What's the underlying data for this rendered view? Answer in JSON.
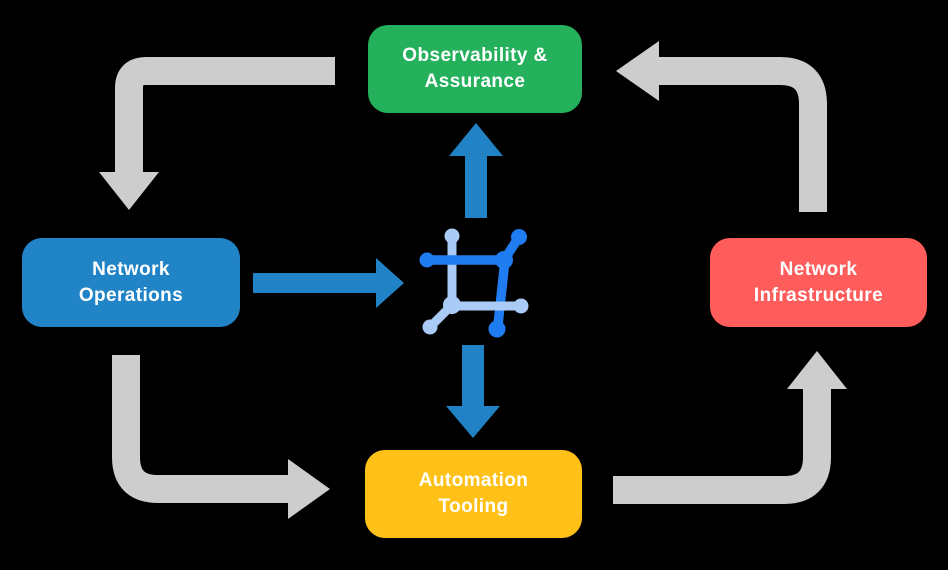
{
  "canvas": {
    "background": "#000000"
  },
  "nodes": [
    {
      "id": "observability",
      "label": "Observability &\nAssurance",
      "color": "#25B05C"
    },
    {
      "id": "network-operations",
      "label": "Network\nOperations",
      "color": "#2184C6"
    },
    {
      "id": "network-infrastructure",
      "label": "Network\nInfrastructure",
      "color": "#FF5C5C"
    },
    {
      "id": "automation-tooling",
      "label": "Automation\nTooling",
      "color": "#FFC117"
    }
  ],
  "colors": {
    "arrow_gray": "#CDCDCD",
    "arrow_blue": "#2183C5",
    "icon_dark": "#1F7DF1",
    "icon_light": "#A9CBF6"
  },
  "center_icon": {
    "name": "network-mesh-icon"
  }
}
